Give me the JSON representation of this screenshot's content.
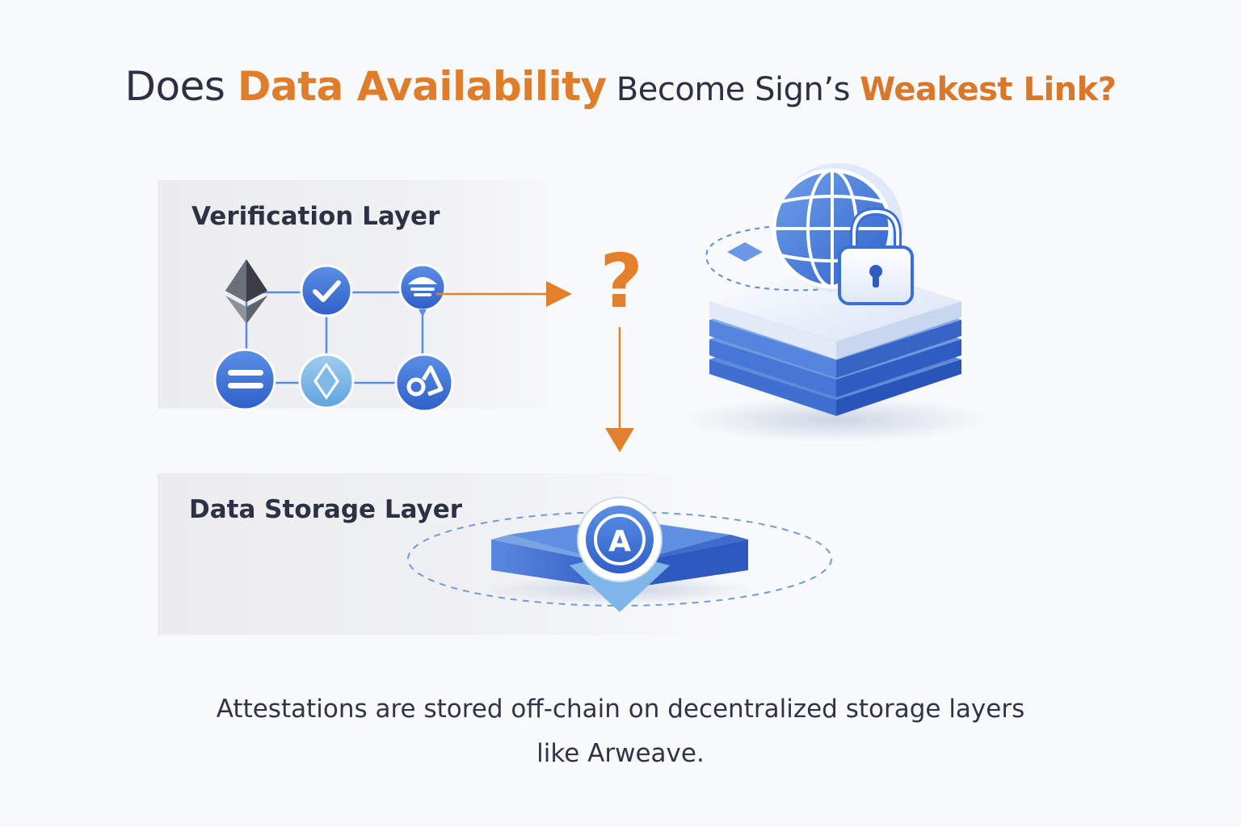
{
  "title": {
    "part1": "Does ",
    "part2": "Data Availability",
    "part3": " Become Sign’s ",
    "part4": "Weakest Link?"
  },
  "question_mark": "?",
  "verification_layer": {
    "label": "Verification Layer",
    "icons": [
      "ethereum-icon",
      "checkmark-icon",
      "balloon-icon",
      "equals-icon",
      "diamond-icon",
      "ring-icon"
    ]
  },
  "storage_layer": {
    "label": "Data Storage Layer",
    "icon_letter": "A"
  },
  "caption": {
    "line1": "Attestations are stored off-chain  on decentralized storage layers",
    "line2": "like Arweave."
  },
  "colors": {
    "accent_orange": "#e4802b",
    "primary_blue": "#3a6fd8",
    "text_dark": "#2b3042"
  }
}
